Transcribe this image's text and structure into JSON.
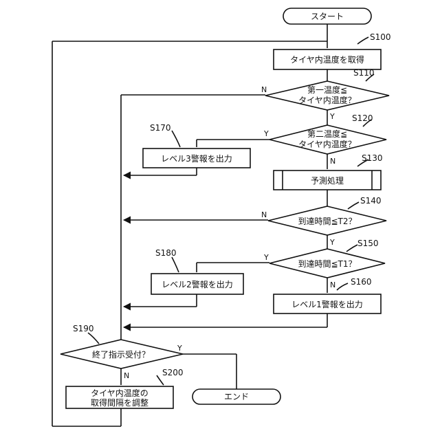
{
  "nodes": {
    "start": "スタート",
    "s100": "タイヤ内温度を取得",
    "s110_line1": "第一温度≦",
    "s110_line2": "タイヤ内温度？",
    "s120_line1": "第二温度≦",
    "s120_line2": "タイヤ内温度？",
    "s130": "予測処理",
    "s140": "到達時間≦T2？",
    "s150": "到達時間≦T1？",
    "s160": "レベル1警報を出力",
    "s170": "レベル3警報を出力",
    "s180": "レベル2警報を出力",
    "s190": "終了指示受付？",
    "s200_line1": "タイヤ内温度の",
    "s200_line2": "取得間隔を調整",
    "end": "エンド"
  },
  "step_labels": {
    "s100": "S100",
    "s110": "S110",
    "s120": "S120",
    "s130": "S130",
    "s140": "S140",
    "s150": "S150",
    "s160": "S160",
    "s170": "S170",
    "s180": "S180",
    "s190": "S190",
    "s200": "S200"
  },
  "branches": {
    "yes": "Y",
    "no": "N"
  }
}
